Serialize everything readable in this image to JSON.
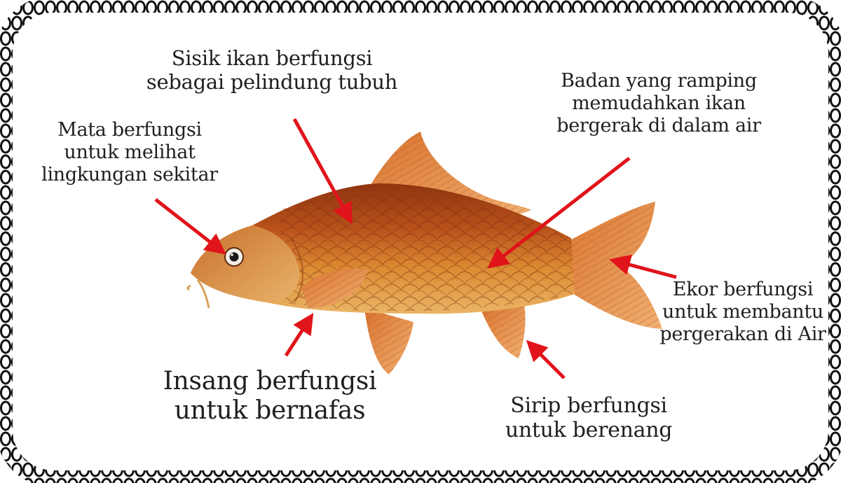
{
  "labels": {
    "sisik": [
      "Sisik ikan berfungsi",
      "sebagai pelindung tubuh"
    ],
    "mata": [
      "Mata berfungsi",
      "untuk melihat",
      "lingkungan sekitar"
    ],
    "badan": [
      "Badan yang ramping",
      "memudahkan ikan",
      "bergerak di dalam air"
    ],
    "ekor": [
      "Ekor berfungsi",
      "untuk membantu",
      "pergerakan di Air"
    ],
    "insang": [
      "Insang berfungsi",
      "untuk bernafas"
    ],
    "sirip": [
      "Sirip berfungsi",
      "untuk berenang"
    ]
  },
  "colors": {
    "arrow": "#e0141a",
    "body_dark": "#9e3d12",
    "body_light": "#e8a340",
    "fin": "#e08a4a",
    "border": "#111111"
  }
}
